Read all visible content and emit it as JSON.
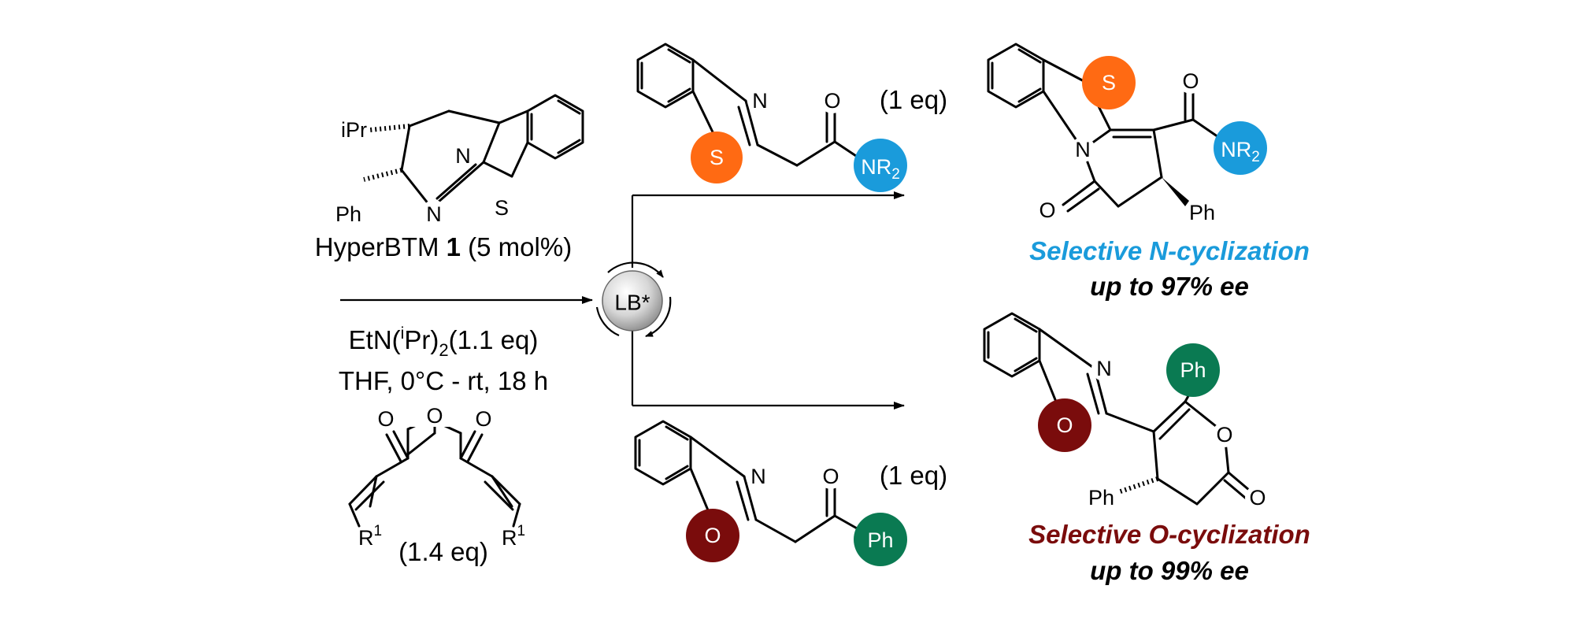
{
  "colors": {
    "sulfur": "#FF6A13",
    "amine": "#1A9BDB",
    "oxygen": "#7A0C0C",
    "phenyl": "#0A7A52",
    "n_selective": "#1A9BDB",
    "o_selective": "#7A0C0C",
    "ink": "#000000"
  },
  "catalyst": {
    "ipr": "iPr",
    "ph": "Ph",
    "n": "N",
    "n_ring": "N",
    "s": "S",
    "name": "HyperBTM",
    "number": "1",
    "loading": "(5 mol%)"
  },
  "conditions": {
    "base_prefix": "EtN(",
    "base_sup": "i",
    "base_mid": "Pr)",
    "base_sub": "2",
    "base_amount": "(1.1 eq)",
    "solvent": "THF, 0°C - rt, 18 h"
  },
  "anhydride": {
    "o1": "O",
    "o2": "O",
    "o3": "O",
    "r_left": "R",
    "r_left_sup": "1",
    "r_right": "R",
    "r_right_sup": "1",
    "amount": "(1.4 eq)"
  },
  "catalytic_cycle": {
    "label": "LB*"
  },
  "reagent_top": {
    "n": "N",
    "o": "O",
    "s": "S",
    "group": "NR",
    "group_sub": "2",
    "amount": "(1 eq)"
  },
  "reagent_bottom": {
    "n": "N",
    "o_carbonyl": "O",
    "o_ring": "O",
    "group": "Ph",
    "amount": "(1 eq)"
  },
  "product_top": {
    "s": "S",
    "n": "N",
    "o_carbonyl": "O",
    "o_lactam": "O",
    "group": "NR",
    "group_sub": "2",
    "ph": "Ph"
  },
  "product_bottom": {
    "n": "N",
    "o_ring": "O",
    "ph_circle": "Ph",
    "o_lactone": "O",
    "o_carbonyl": "O",
    "ph": "Ph"
  },
  "results": {
    "n_title": "Selective N-cyclization",
    "n_ee": "up to 97% ee",
    "o_title": "Selective O-cyclization",
    "o_ee": "up to 99% ee"
  }
}
